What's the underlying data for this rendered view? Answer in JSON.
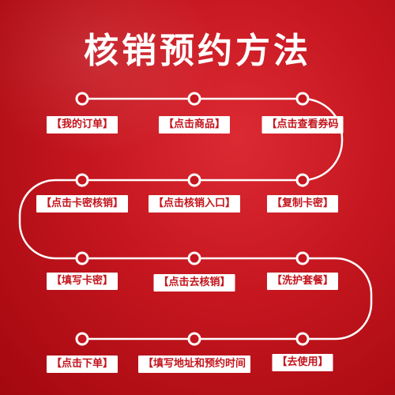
{
  "title": "核销预约方法",
  "colors": {
    "background": "#c5161f",
    "accent": "#ffffff",
    "label_text": "#c3141c"
  },
  "steps": [
    {
      "label": "【我的订单】"
    },
    {
      "label": "【点击商品】"
    },
    {
      "label": "【点击查看券码"
    },
    {
      "label": "【复制卡密】"
    },
    {
      "label": "【点击核销入口】"
    },
    {
      "label": "【点击卡密核销】"
    },
    {
      "label": "【填写卡密】"
    },
    {
      "label": "【点击去核销】"
    },
    {
      "label": "【洗护套餐】"
    },
    {
      "label": "【去使用】"
    },
    {
      "label": "【填写地址和预约时间"
    },
    {
      "label": "【点击下单】"
    }
  ]
}
